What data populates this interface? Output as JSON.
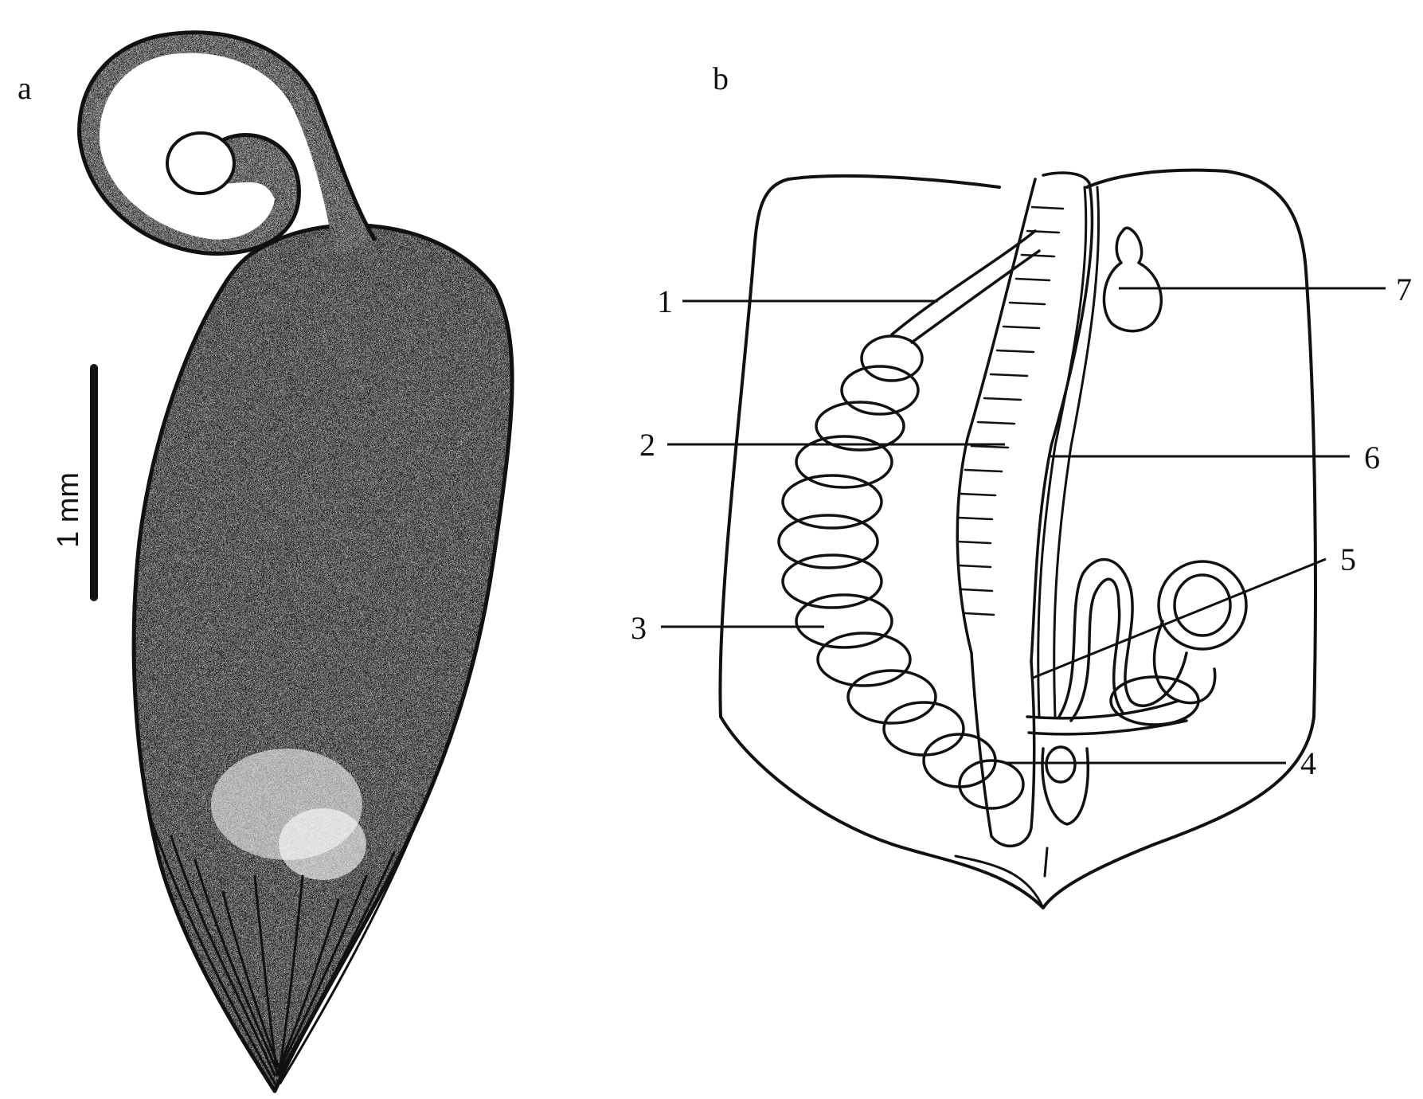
{
  "panels": {
    "a": {
      "letter": "a",
      "scale_bar_label": "1 mm"
    },
    "b": {
      "letter": "b"
    }
  },
  "callouts": [
    "1",
    "2",
    "3",
    "4",
    "5",
    "6",
    "7"
  ],
  "colors": {
    "ink": "#111111",
    "paper": "#ffffff"
  }
}
